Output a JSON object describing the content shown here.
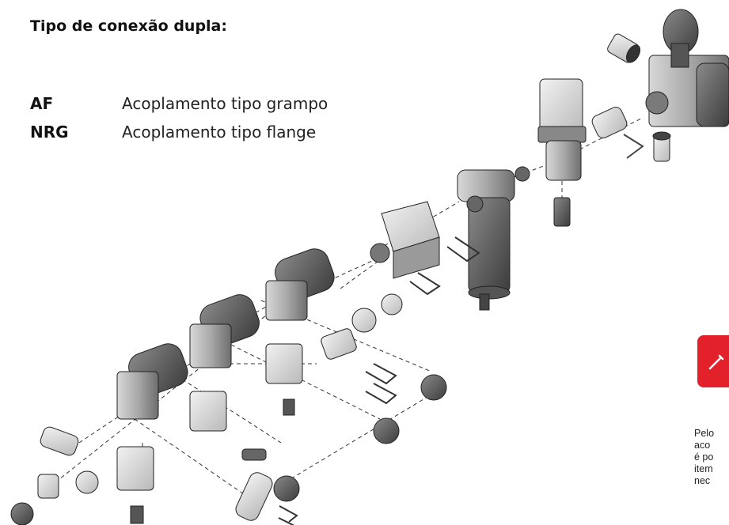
{
  "heading": "Tipo de conexão dupla:",
  "legend": [
    {
      "code": "AF",
      "description": "Acoplamento tipo grampo"
    },
    {
      "code": "NRG",
      "description": "Acoplamento tipo flange"
    }
  ],
  "badge": {
    "color": "#e3212b",
    "icon": "tool-icon"
  },
  "note_lines": [
    "Pelo",
    "aco",
    "é po",
    "item",
    "nec"
  ]
}
